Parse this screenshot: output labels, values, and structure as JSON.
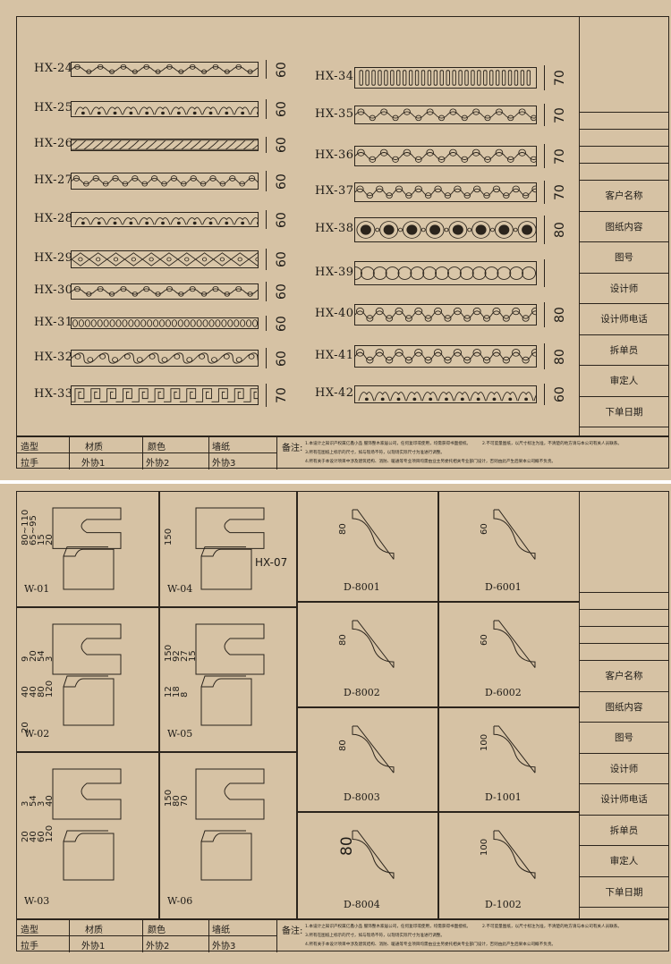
{
  "sheet1": {
    "left_items": [
      {
        "code": "HX-24",
        "dim": "60",
        "pattern": "scroll"
      },
      {
        "code": "HX-25",
        "dim": "60",
        "pattern": "acanthus"
      },
      {
        "code": "HX-26",
        "dim": "60",
        "pattern": "rope"
      },
      {
        "code": "HX-27",
        "dim": "60",
        "pattern": "vine"
      },
      {
        "code": "HX-28",
        "dim": "60",
        "pattern": "acanthus"
      },
      {
        "code": "HX-29",
        "dim": "60",
        "pattern": "diamond"
      },
      {
        "code": "HX-30",
        "dim": "60",
        "pattern": "scroll"
      },
      {
        "code": "HX-31",
        "dim": "60",
        "pattern": "bead"
      },
      {
        "code": "HX-32",
        "dim": "60",
        "pattern": "wave"
      },
      {
        "code": "HX-33",
        "dim": "70",
        "pattern": "fret"
      }
    ],
    "right_items": [
      {
        "code": "HX-34",
        "dim": "70",
        "pattern": "dentil"
      },
      {
        "code": "HX-35",
        "dim": "70",
        "pattern": "scroll"
      },
      {
        "code": "HX-36",
        "dim": "70",
        "pattern": "scroll"
      },
      {
        "code": "HX-37",
        "dim": "70",
        "pattern": "vine"
      },
      {
        "code": "HX-38",
        "dim": "80",
        "pattern": "rosette"
      },
      {
        "code": "HX-39",
        "dim": "",
        "pattern": "lattice"
      },
      {
        "code": "HX-40",
        "dim": "80",
        "pattern": "vine"
      },
      {
        "code": "HX-41",
        "dim": "80",
        "pattern": "vine"
      },
      {
        "code": "HX-42",
        "dim": "60",
        "pattern": "acanthus"
      }
    ]
  },
  "title_block": {
    "rows": [
      "客户名称",
      "图纸内容",
      "图号",
      "设计师",
      "设计师电话",
      "拆单员",
      "审定人",
      "下单日期"
    ]
  },
  "bottom_bar": {
    "labels": [
      "造型",
      "材质",
      "颜色",
      "墙纸",
      "拉手",
      "外协1",
      "外协2",
      "外协3",
      "备注:"
    ],
    "notes": [
      "1.本设计之知识产权属亿鑫小品 服饰整木家居公司，任何复印或使用，均需获得书面授权。",
      "2.不可度量图纸，以尺寸标注为准，不清楚的地方请与本公司有关人员联系。",
      "3.所有在图纸上标示的尺寸，如与现场不符，以现场实际尺寸为准进行调整。",
      "4.所有关于本设计项目中涉及建筑结构、消防、暖通等专业项目均需由业主另委托相关专业部门设计，否则由此产生后果本公司概不负责。"
    ]
  },
  "sheet2": {
    "cells": [
      {
        "label": "W-01",
        "dims": [
          "80~110",
          "65~95",
          "15",
          "20"
        ]
      },
      {
        "label": "W-04",
        "dims": [
          "150"
        ],
        "callout": "HX-07"
      },
      {
        "label": "D-8001",
        "dims": [
          "80"
        ]
      },
      {
        "label": "D-6001",
        "dims": [
          "60"
        ]
      },
      {
        "label": "W-02",
        "dims": [
          "9",
          "20",
          "54",
          "3",
          "40",
          "40",
          "80",
          "120",
          "20"
        ]
      },
      {
        "label": "W-05",
        "dims": [
          "150",
          "92",
          "27",
          "15",
          "12",
          "18",
          "8"
        ]
      },
      {
        "label": "D-8002",
        "dims": [
          "80"
        ]
      },
      {
        "label": "D-6002",
        "dims": [
          "60"
        ]
      },
      {
        "label": "D-8003",
        "dims": [
          "80"
        ]
      },
      {
        "label": "D-1001",
        "dims": [
          "100"
        ]
      },
      {
        "label": "W-03",
        "dims": [
          "3",
          "54",
          "3",
          "40",
          "20",
          "40",
          "60",
          "120"
        ]
      },
      {
        "label": "W-06",
        "dims": [
          "150",
          "80",
          "70"
        ]
      },
      {
        "label": "D-8004",
        "dims": [
          "80"
        ]
      },
      {
        "label": "D-1002",
        "dims": [
          "100"
        ]
      }
    ]
  },
  "colors": {
    "paper": "#d6c2a4",
    "ink": "#2b241c",
    "strip": "#d9c6a8"
  }
}
